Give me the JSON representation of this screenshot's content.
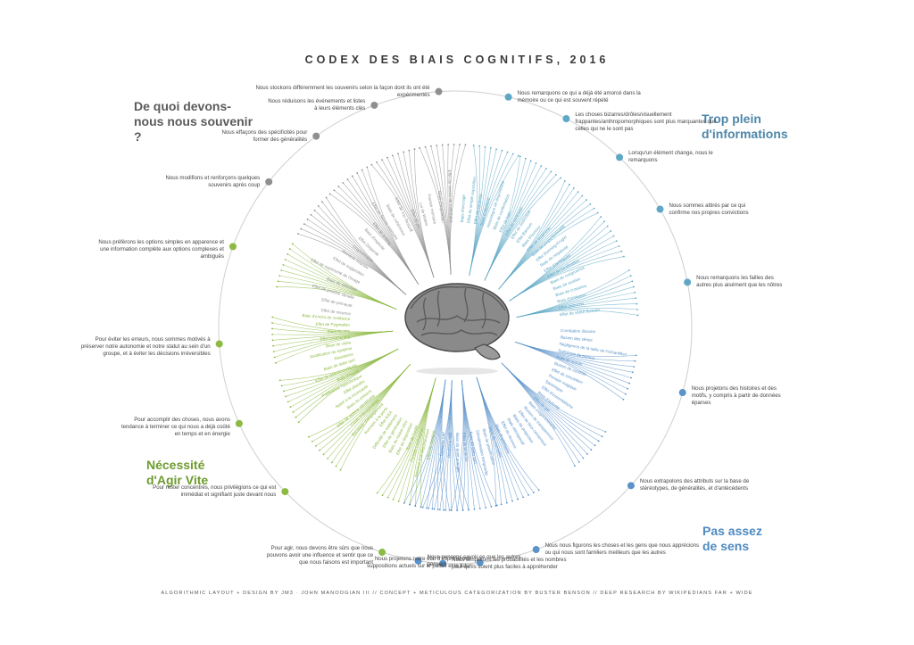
{
  "title": "CODEX DES BIAIS COGNITIFS, 2016",
  "footer": "ALGORITHMIC LAYOUT + DESIGN BY JM3 · JOHN MANOOGIAN III // CONCEPT + METICULOUS CATEGORIZATION BY BUSTER BENSON // DEEP RESEARCH BY WIKIPEDIANS FAR + WIDE",
  "colors": {
    "memory": "#8f8f8f",
    "information": "#5ea8c6",
    "meaning": "#5a92c9",
    "action": "#8cba43",
    "heading_memory": "#5b5b5b",
    "heading_information": "#4e87a9",
    "heading_meaning": "#4f8ac0",
    "heading_action": "#6e9b2f"
  },
  "icons": [
    "brain-icon"
  ],
  "categories": {
    "memory": {
      "label": "De quoi devons-nous nous souvenir ?"
    },
    "information": {
      "label": "Trop plein d'informations"
    },
    "meaning": {
      "label": "Pas assez de sens"
    },
    "action": {
      "label": "Nécessité d'Agir Vite"
    }
  },
  "subgroups": [
    {
      "text": "Nous stockons différemment les souvenirs selon la façon dont ils ont été expérimentés",
      "color": "memory"
    },
    {
      "text": "Nous remarquons ce qui a déjà été amorcé dans la mémoire ou ce qui est souvent répété",
      "color": "information"
    },
    {
      "text": "Nous réduisons les événements et listes à leurs éléments clés",
      "color": "memory"
    },
    {
      "text": "Les choses bizarres/drôles/visuellement frappantes/anthropomorphiques sont plus marquantes que celles qui ne le sont pas",
      "color": "information"
    },
    {
      "text": "Nous effaçons des spécificités pour former des généralités",
      "color": "memory"
    },
    {
      "text": "Lorsqu'un élément change, nous le remarquons",
      "color": "information"
    },
    {
      "text": "Nous modifions et renforçons quelques souvenirs après coup",
      "color": "memory"
    },
    {
      "text": "Nous sommes attirés par ce qui confirme nos propres convictions",
      "color": "information"
    },
    {
      "text": "Nous préférons les options simples en apparence et une information complète aux options complexes et ambiguës",
      "color": "action"
    },
    {
      "text": "Nous remarquons les failles des autres plus aisément que les nôtres",
      "color": "information"
    },
    {
      "text": "Pour éviter les erreurs, nous sommes motivés à préserver notre autonomie et notre statut au sein d'un groupe, et à éviter les décisions irréversibles",
      "color": "action"
    },
    {
      "text": "Nous projetons des histoires et des motifs, y compris à partir de données éparses",
      "color": "meaning"
    },
    {
      "text": "Pour accomplir des choses, nous avons tendance à terminer ce qui nous a déjà coûté en temps et en énergie",
      "color": "action"
    },
    {
      "text": "Pour rester concentrés, nous privilégions ce qui est immédiat et signifiant juste devant nous",
      "color": "action"
    },
    {
      "text": "Nous extrapolons des attributs sur la base de stéréotypes, de généralités, et d'antécédents",
      "color": "meaning"
    },
    {
      "text": "Pour agir, nous devons être sûrs que nous pouvons avoir une influence et sentir que ce que nous faisons est important",
      "color": "action"
    },
    {
      "text": "Nous nous figurons les choses et les gens que nous apprécions ou qui nous sont familiers meilleurs que les autres",
      "color": "meaning"
    },
    {
      "text": "Nous simplifions les probabilités et les nombres pour qu'ils soient plus faciles à appréhender",
      "color": "meaning"
    },
    {
      "text": "Nous projetons notre état d'esprit et nos suppositions actuels sur le passé et le futur",
      "color": "meaning"
    },
    {
      "text": "Nous pensons savoir ce que les autres pensent",
      "color": "meaning"
    }
  ],
  "bias_labels": {
    "information": [
      "Biais d'ancrage",
      "Effet de simple exposition",
      "Effet de contexte",
      "Biais d'attention",
      "Heuristique de disponibilité",
      "Biais de confirmation",
      "Effet de halo",
      "Effet de contraste",
      "Effet de distinction",
      "Effet Barnum",
      "Biais d'humour",
      "Effet de bizarrerie",
      "Biais de proportionnalité",
      "Effet Dunning-Kruger",
      "Biais de négativité",
      "Effet d'ambiguïté",
      "Effet de focalisation",
      "Biais de congruence",
      "Biais de soutien",
      "Biais de croyance",
      "Biais d'omission",
      "Effet autruche",
      "Effet de vérité illusoire"
    ],
    "meaning": [
      "Corrélation illusoire",
      "Illusion des séries",
      "Négligence de la taille de l'échantillon",
      "Sophisme du parieur",
      "Biais de survie",
      "Illusion de contrôle",
      "Effet de simulation",
      "Pensée magique",
      "Stéréotype",
      "Effet d'essentialisme",
      "Biais d'autorité",
      "Effet de gel",
      "Biais d'égocentrisme",
      "Illusion de transparence",
      "Effet de faux consensus",
      "Biais de projection",
      "Biais rétrospectif",
      "Effet de récence",
      "Biais d'optimisme",
      "Biais de normalité",
      "Biais de planification",
      "Dévalorisation temporelle",
      "Biais de statu quo",
      "Effet de la tâche",
      "Biais du point aveugle",
      "Réalisme naïf",
      "Cynisme naïf"
    ],
    "action": [
      "Effet de dotation",
      "Aversion à la dépossession",
      "Pensée cartésienne",
      "Biais de l'unité",
      "Effet de disposition",
      "Biais du risque zéro",
      "Effet de génération",
      "Difficulté de traitement",
      "Effet IKEA",
      "Aversion à la perte",
      "Escalade d'engagement",
      "Coûts irrécupérables",
      "Effet de victime identifiable",
      "Biais du présent",
      "Appel à la nouveauté",
      "Effet placebo",
      "Préférence hyperbolique",
      "Biais d'équité",
      "Effet de pseudocertitude",
      "Biais de statu quo",
      "Réactance",
      "Justification du système",
      "Biais de visée",
      "Effet boomerang",
      "Biais du pire",
      "Effet de Pygmalion",
      "Biais d'excès de confiance"
    ],
    "memory": [
      "Effet de récence",
      "Effet de primauté",
      "Effet de position sérielle",
      "Biais de sélection",
      "Effet de supériorité de l'image",
      "Effet de suggestion",
      "Amnésie infantile",
      "Cryptomnésie",
      "Effet Zeigarnik",
      "Biais d'implicite",
      "Effet de testing",
      "Effet de fausse mémoire",
      "Biais de cohérence",
      "Effet de von Restorff",
      "Effet de pic",
      "Loi de Weber",
      "Fausse mémoire",
      "Biais d'imputation",
      "Effet de niveau de traitement"
    ]
  }
}
